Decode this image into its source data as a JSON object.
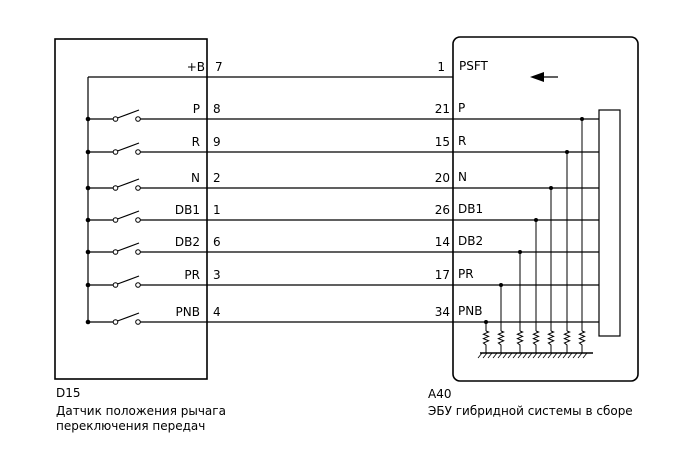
{
  "left_component": {
    "id": "D15",
    "description_line1": "Датчик положения рычага",
    "description_line2": "переключения передач"
  },
  "right_component": {
    "id": "A40",
    "description": "ЭБУ гибридной системы в сборе"
  },
  "power_line": {
    "left_label": "+B",
    "left_pin": "7",
    "right_pin": "1",
    "right_label": "PSFT"
  },
  "signal_lines": [
    {
      "left_label": "P",
      "left_pin": "8",
      "right_pin": "21",
      "right_label": "P"
    },
    {
      "left_label": "R",
      "left_pin": "9",
      "right_pin": "15",
      "right_label": "R"
    },
    {
      "left_label": "N",
      "left_pin": "2",
      "right_pin": "20",
      "right_label": "N"
    },
    {
      "left_label": "DB1",
      "left_pin": "1",
      "right_pin": "26",
      "right_label": "DB1"
    },
    {
      "left_label": "DB2",
      "left_pin": "6",
      "right_pin": "14",
      "right_label": "DB2"
    },
    {
      "left_label": "PR",
      "left_pin": "3",
      "right_pin": "17",
      "right_label": "PR"
    },
    {
      "left_label": "PNB",
      "left_pin": "4",
      "right_pin": "34",
      "right_label": "PNB"
    }
  ]
}
